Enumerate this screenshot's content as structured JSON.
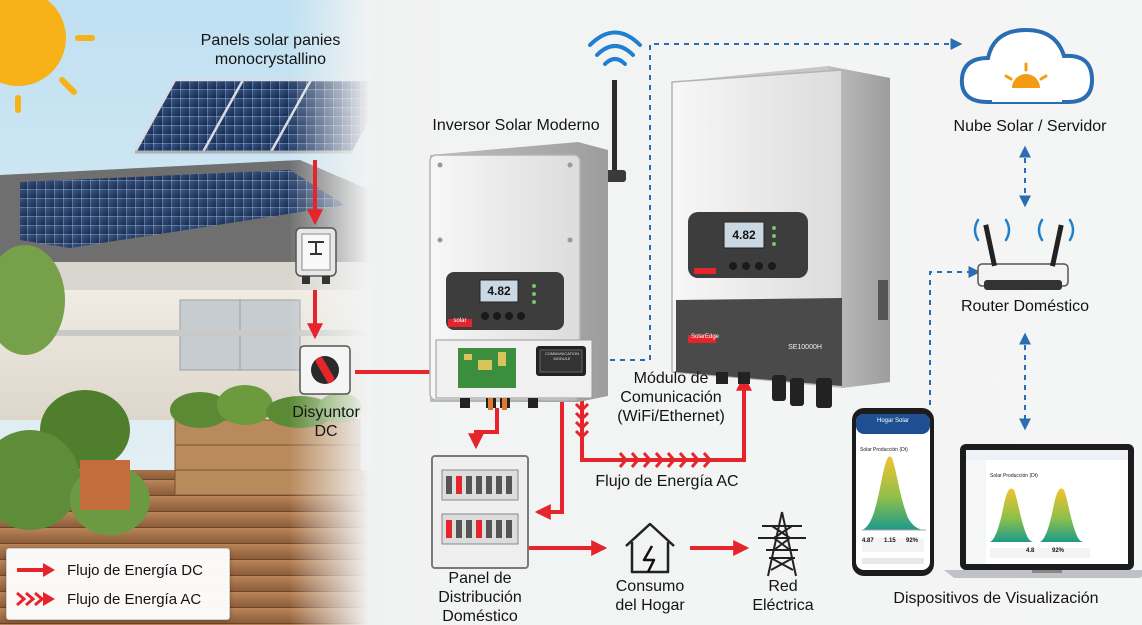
{
  "labels": {
    "panels": [
      "Panels solar panies",
      "monocrystallino"
    ],
    "inverter": "Inversor Solar Moderno",
    "disconnect": [
      "Disyuntor",
      "DC"
    ],
    "comm_module": [
      "Módulo de",
      "Comunicación",
      "(WiFi/Ethernet)"
    ],
    "ac_flow": "Flujo de Energía AC",
    "cloud": "Nube Solar / Servidor",
    "router": "Router Doméstico",
    "panel_dist": [
      "Panel de",
      "Distribución",
      "Doméstico"
    ],
    "home": [
      "Consumo",
      "del Hogar"
    ],
    "grid": [
      "Red",
      "Eléctrica"
    ],
    "devices": "Dispositivos de Visualización"
  },
  "legend": {
    "dc": "Flujo de Energía DC",
    "ac": "Flujo de Energía AC"
  },
  "inverter_small": {
    "display": "4.82",
    "brand": "solar"
  },
  "inverter_big": {
    "display": "4.82",
    "brand": "SolarEdge",
    "model": "SE10000H"
  },
  "comm_box": {
    "label": "COMMUNICATION MODULE"
  },
  "phone": {
    "header": "Hogar Solar",
    "chart_title": "Solar Producción (Dt)",
    "stats": [
      "4.87",
      "1.15",
      "92%"
    ]
  },
  "laptop": {
    "chart_title": "Solar Producción (Dt)",
    "stats": [
      "4.8",
      "92%"
    ]
  },
  "colors": {
    "dc": "#e5242c",
    "ac": "#e5242c",
    "data": "#2a6db3",
    "sun": "#f7b21a"
  }
}
